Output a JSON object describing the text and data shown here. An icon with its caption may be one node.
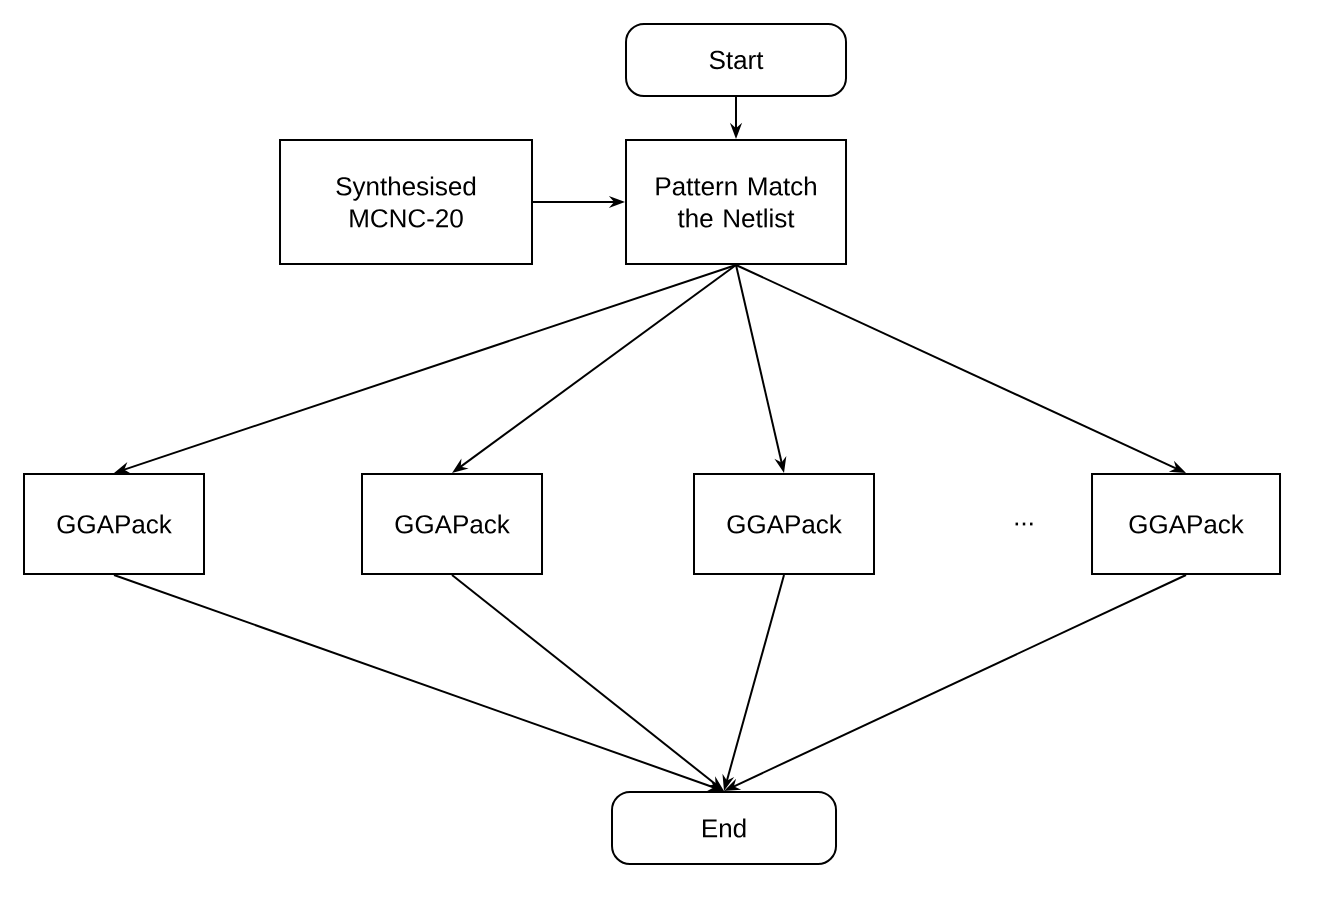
{
  "diagram": {
    "nodes": [
      {
        "text": [
          "Start"
        ]
      },
      {
        "text": [
          "Synthesised MCNC-20"
        ]
      },
      {
        "text": [
          "Pattern Match the Netlist"
        ]
      },
      {
        "text": [
          "GGAPack"
        ]
      },
      {
        "text": [
          "GGAPack"
        ]
      },
      {
        "text": [
          "GGAPack"
        ]
      },
      {
        "text": [
          "GGAPack"
        ]
      },
      {
        "text": [
          "End"
        ]
      }
    ],
    "edges": [
      {
        "from": 0,
        "to": 2,
        "arrow": "to"
      },
      {
        "from": 1,
        "to": 2,
        "arrow": "to"
      },
      {
        "from": 2,
        "to": 3,
        "arrow": "to"
      },
      {
        "from": 2,
        "to": 4,
        "arrow": "to"
      },
      {
        "from": 2,
        "to": 5,
        "arrow": "to"
      },
      {
        "from": 2,
        "to": 6,
        "arrow": "to"
      },
      {
        "from": 3,
        "to": 7,
        "arrow": "to"
      },
      {
        "from": 4,
        "to": 7,
        "arrow": "to"
      },
      {
        "from": 5,
        "to": 7,
        "arrow": "to"
      },
      {
        "from": 6,
        "to": 7,
        "arrow": "to"
      }
    ],
    "labels": [
      "..."
    ]
  }
}
